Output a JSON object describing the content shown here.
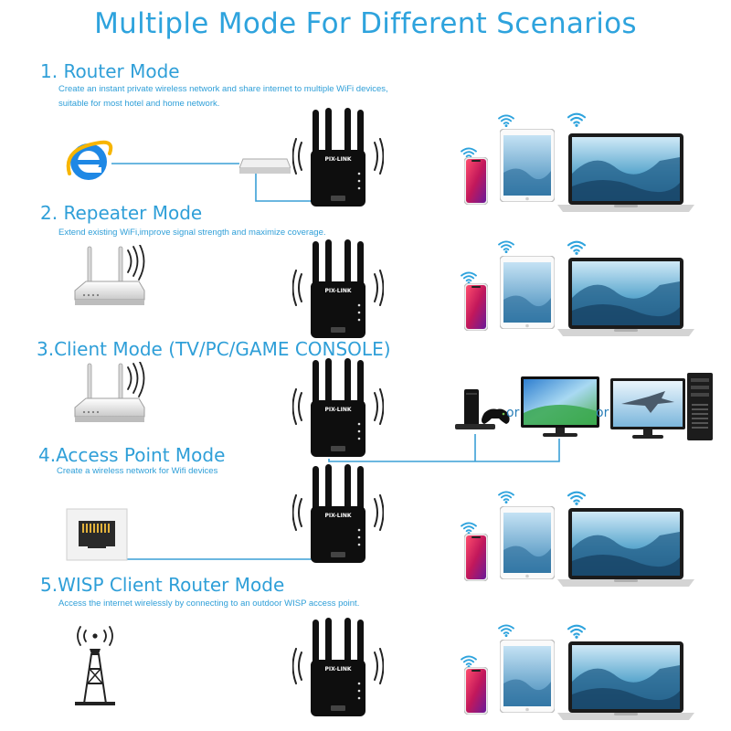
{
  "title": "Multiple Mode For Different Scenarios",
  "modes": [
    {
      "heading": "1. Router Mode",
      "desc": [
        "Create an instant private wireless network and share internet to multiple WiFi devices,",
        "suitable for most hotel and home network."
      ]
    },
    {
      "heading": "2. Repeater Mode",
      "desc": [
        "Extend existing WiFi,improve signal strength and maximize coverage."
      ]
    },
    {
      "heading": "3.Client Mode (TV/PC/GAME CONSOLE)",
      "desc": []
    },
    {
      "heading": "4.Access Point Mode",
      "desc": [
        "Create a wireless network for Wifi devices"
      ]
    },
    {
      "heading": "5.WISP Client Router Mode",
      "desc": [
        "Access the internet wirelessly by connecting to an outdoor WISP access point."
      ]
    }
  ],
  "device": {
    "brand": "PIX-LINK"
  },
  "client_mode": {
    "or_1": "or",
    "or_2": "or"
  },
  "icons": [
    "internet-explorer-icon",
    "modem-icon",
    "router-icon",
    "ethernet-port-icon",
    "wisp-tower-icon",
    "repeater-icon",
    "wifi-icon",
    "smartphone-icon",
    "tablet-icon",
    "laptop-icon",
    "game-console-icon",
    "tv-icon",
    "desktop-pc-icon"
  ],
  "colors": {
    "accent": "#2ea3dd",
    "line": "#3a9fd6",
    "device": "#111111"
  }
}
